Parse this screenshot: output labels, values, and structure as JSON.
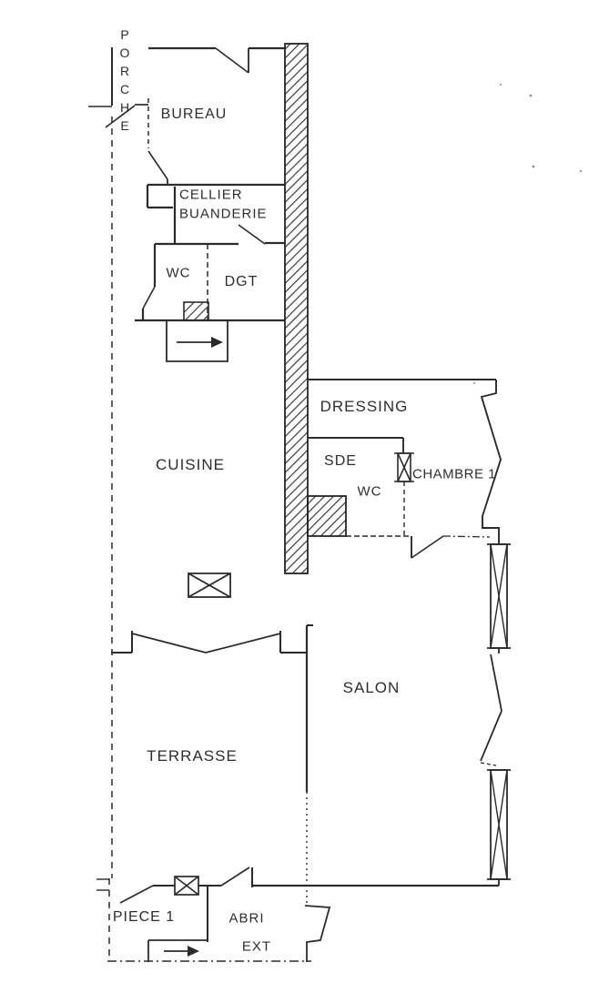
{
  "meta": {
    "kind": "architectural floor plan (scanned drawing)"
  },
  "colors": {
    "ink": "#2e2e2e",
    "paper": "#ffffff",
    "hatch": "#3a3a3a"
  },
  "rooms": {
    "porche": "PORCHE",
    "bureau": "BUREAU",
    "cellier": "CELLIER",
    "buanderie": "BUANDERIE",
    "wc_top": "WC",
    "dgt": "DGT",
    "cuisine": "CUISINE",
    "dressing": "DRESSING",
    "sde": "SDE",
    "wc_middle": "WC",
    "chambre1": "CHAMBRE 1",
    "salon": "SALON",
    "terrasse": "TERRASSE",
    "piece1": "PIECE 1",
    "abri_ext_line1": "ABRI",
    "abri_ext_line2": "EXT"
  },
  "symbols": {
    "hatched_wall": "load-bearing-wall-hatch",
    "crossed_box": "vent-duct-crossed-box",
    "window_x": "window-shutter-x",
    "direction_arrow": "access-direction-arrow",
    "door_swing": "door-leaf-diagonal",
    "boundary": "dash-dot-property-line"
  }
}
